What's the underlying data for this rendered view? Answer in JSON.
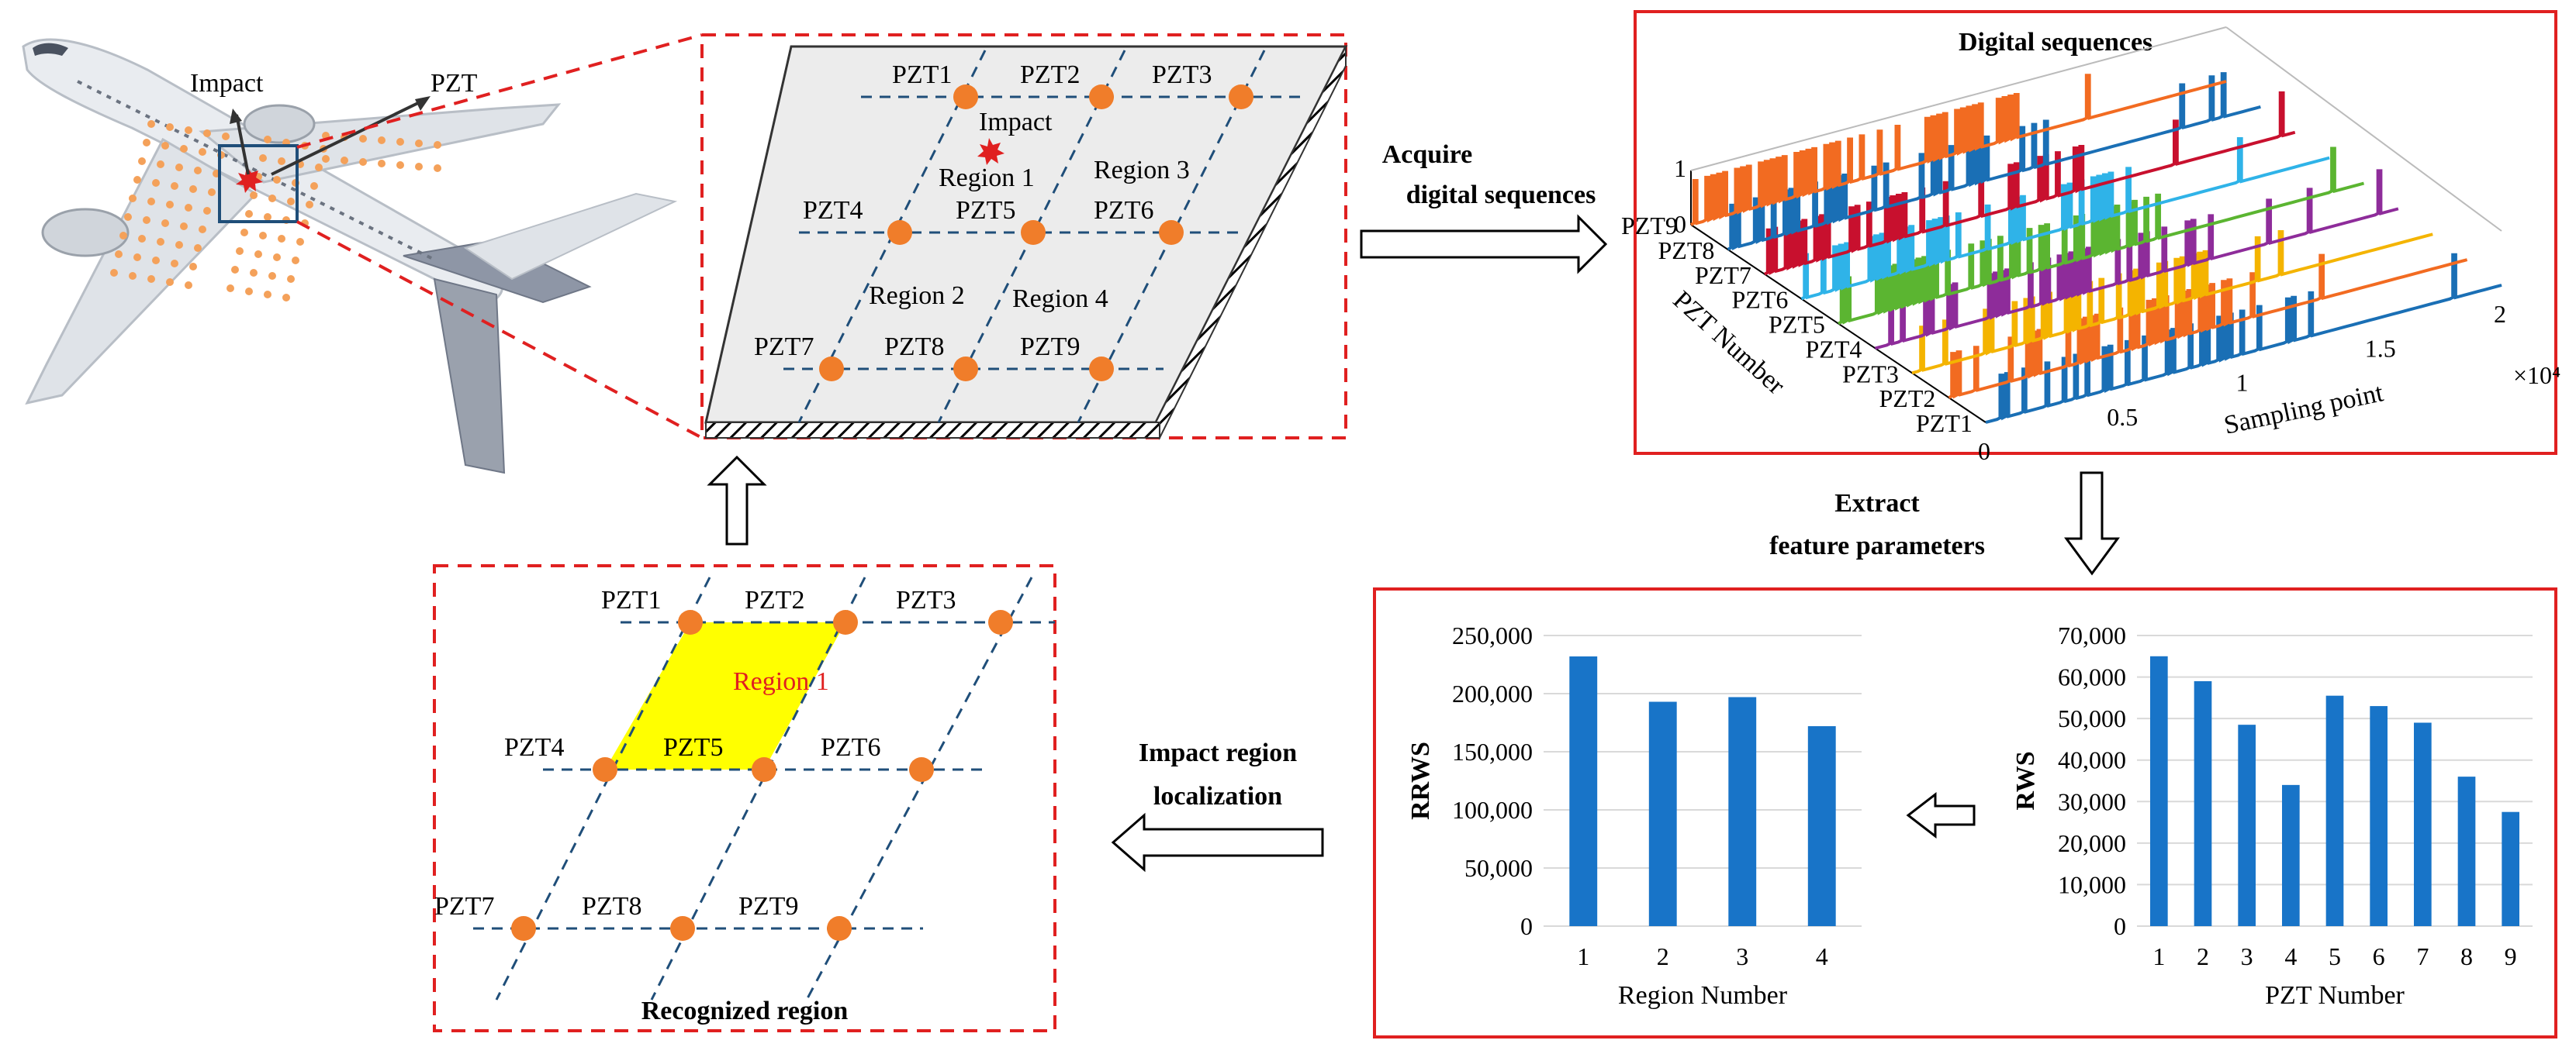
{
  "airplane": {
    "impact_label": "Impact",
    "pzt_label": "PZT"
  },
  "plate": {
    "impact_label": "Impact",
    "regions": [
      "Region 1",
      "Region 2",
      "Region 3",
      "Region 4"
    ],
    "pzts": [
      "PZT1",
      "PZT2",
      "PZT3",
      "PZT4",
      "PZT5",
      "PZT6",
      "PZT7",
      "PZT8",
      "PZT9"
    ]
  },
  "steps": {
    "acquire_line1": "Acquire",
    "acquire_line2": "digital sequences",
    "extract_line1": "Extract",
    "extract_line2": "feature parameters",
    "localize_line1": "Impact region",
    "localize_line2": "localization"
  },
  "sequences": {
    "title": "Digital sequences",
    "ylabel": "PZT Number",
    "xlabel": "Sampling point",
    "x_multiplier": "×10⁴",
    "x_ticks": [
      "0",
      "0.5",
      "1",
      "1.5",
      "2"
    ],
    "z_ticks": [
      "1",
      "0"
    ],
    "series_labels": [
      "PZT9",
      "PZT8",
      "PZT7",
      "PZT6",
      "PZT5",
      "PZT4",
      "PZT3",
      "PZT2",
      "PZT1"
    ],
    "series_colors": [
      "#f26b21",
      "#1a6fb5",
      "#c8102e",
      "#2fb3e8",
      "#5bb531",
      "#8e2c9a",
      "#f4b400",
      "#f26b21",
      "#1a6fb5"
    ]
  },
  "recognized": {
    "title": "Recognized region",
    "highlight_label": "Region 1",
    "pzts": [
      "PZT1",
      "PZT2",
      "PZT3",
      "PZT4",
      "PZT5",
      "PZT6",
      "PZT7",
      "PZT8",
      "PZT9"
    ],
    "highlight_color": "#ffff00"
  },
  "chart_data": [
    {
      "type": "bar",
      "categories": [
        "1",
        "2",
        "3",
        "4"
      ],
      "values": [
        232000,
        193000,
        197000,
        172000
      ],
      "xlabel": "Region Number",
      "ylabel": "RRWS",
      "ylim": [
        0,
        250000
      ],
      "y_ticks": [
        "0",
        "50,000",
        "100,000",
        "150,000",
        "200,000",
        "250,000"
      ],
      "grid": true,
      "color": "#1874c8"
    },
    {
      "type": "bar",
      "categories": [
        "1",
        "2",
        "3",
        "4",
        "5",
        "6",
        "7",
        "8",
        "9"
      ],
      "values": [
        65000,
        59000,
        48500,
        34000,
        55500,
        53000,
        49000,
        36000,
        27500
      ],
      "xlabel": "PZT Number",
      "ylabel": "RWS",
      "ylim": [
        0,
        70000
      ],
      "y_ticks": [
        "0",
        "10,000",
        "20,000",
        "30,000",
        "40,000",
        "50,000",
        "60,000",
        "70,000"
      ],
      "grid": true,
      "color": "#1874c8"
    }
  ]
}
